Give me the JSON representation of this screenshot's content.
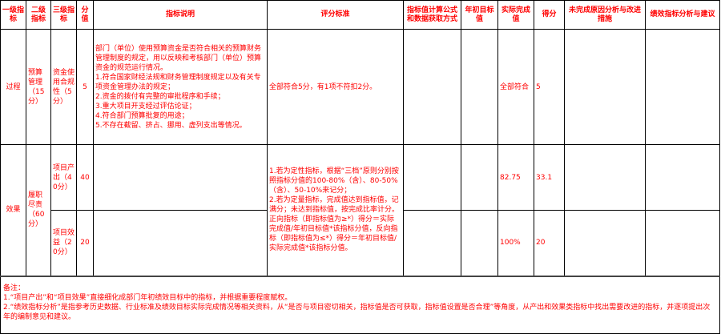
{
  "headers": [
    "一级指标",
    "二级指标",
    "三级指标",
    "分值",
    "指标说明",
    "评分标准",
    "指标值计算公式和数据获取方式",
    "年初目标值",
    "实际完成值",
    "得分",
    "未完成原因分析与改进措施",
    "绩效指标分析与建议"
  ],
  "rows": [
    {
      "level1": "过程",
      "level2": "预算管理（15分）",
      "level3": "资金使用合规性（5分）",
      "score_value": "5",
      "description": "部门（单位）使用预算资金是否符合相关的预算财务管理制度的规定，用以反映和考核部门（单位）预算资金的规范运行情况。\n1.符合国家财经法规和财务管理制度规定以及有关专项资金管理办法的规定；\n2.资金的拨付有完整的审批程序和手续；\n3.重大项目开支经过评估论证；\n4.符合部门预算批复的用途；\n5.不存在截留、挤占、挪用、虚列支出等情况。",
      "criteria": "全部符合5分，有1项不符扣2分。",
      "formula": "",
      "target": "",
      "actual": "全部符合",
      "earned": "5",
      "reason": "",
      "suggestion": ""
    },
    {
      "level1": "效果",
      "level2": "履职尽责（60分）",
      "level3": "项目产出（40分）",
      "score_value": "40",
      "description": "",
      "criteria": "1.若为定性指标，根据“三档”原则分别按照指标分值的100-80%（含）、80-50%（含）、50-10%来记分；\n2.若为定量指标，完成值达到指标值，记满分；未达到指标值，按完成比率计分。正向指标（即指标值为≥*）得分＝实际完成值/年初目标值*该指标分值，反向指标（即指标值为≤*）得分＝年初目标值/实际完成值*该指标分值。",
      "formula": "",
      "target": "",
      "actual": "82.75",
      "earned": "33.1",
      "reason": "",
      "suggestion": ""
    },
    {
      "level3": "项目效益（20分）",
      "score_value": "20",
      "description": "",
      "formula": "",
      "target": "",
      "actual": "100%",
      "earned": "20",
      "reason": "",
      "suggestion": ""
    }
  ],
  "notes": {
    "title": "备注：",
    "line1": "1.“项目产出”和“项目效果”直接细化成部门年初绩效目标中的指标，并根据重要程度赋权。",
    "line2": "2.“绩效指标分析”是指参考历史数据、行业标准及绩效目标实际完成情况等相关资料，从“是否与项目密切相关，指标值是否可获取，指标值设置是否合理”等角度，从产出和效果类指标中找出需要改进的指标，并逐项提出次年的编制意见和建议。"
  }
}
